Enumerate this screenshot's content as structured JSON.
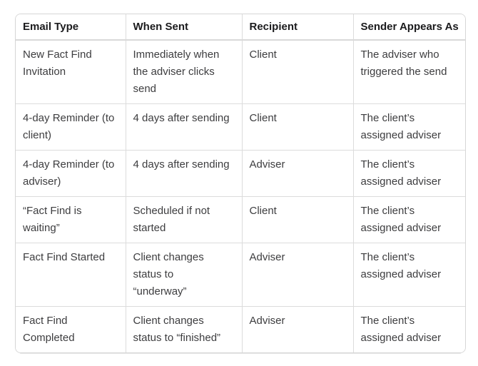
{
  "colors": {
    "background": "#ffffff",
    "table_border": "#d6d6d6",
    "grid_line": "#dcdcdc",
    "header_text": "#1b1b1d",
    "body_text": "#3d3d3f"
  },
  "table": {
    "columns": [
      {
        "label": "Email Type"
      },
      {
        "label": "When Sent"
      },
      {
        "label": "Recipient"
      },
      {
        "label": "Sender Appears As"
      }
    ],
    "rows": [
      {
        "cells": [
          "New Fact Find\nInvitation",
          "Immediately when\nthe adviser clicks\nsend",
          "Client",
          "The adviser who\ntriggered the send"
        ]
      },
      {
        "cells": [
          "4-day Reminder (to\nclient)",
          "4 days after sending",
          "Client",
          "The client’s\nassigned adviser"
        ]
      },
      {
        "cells": [
          "4-day Reminder (to\nadviser)",
          "4 days after sending",
          "Adviser",
          "The client’s\nassigned adviser"
        ]
      },
      {
        "cells": [
          "“Fact Find is\nwaiting”",
          "Scheduled if not\nstarted",
          "Client",
          "The client’s\nassigned adviser"
        ]
      },
      {
        "cells": [
          "Fact Find Started",
          "Client changes\nstatus to\n“underway”",
          "Adviser",
          "The client’s\nassigned adviser"
        ]
      },
      {
        "cells": [
          "Fact Find\nCompleted",
          "Client changes\nstatus to “finished”",
          "Adviser",
          "The client’s\nassigned adviser"
        ]
      }
    ]
  }
}
